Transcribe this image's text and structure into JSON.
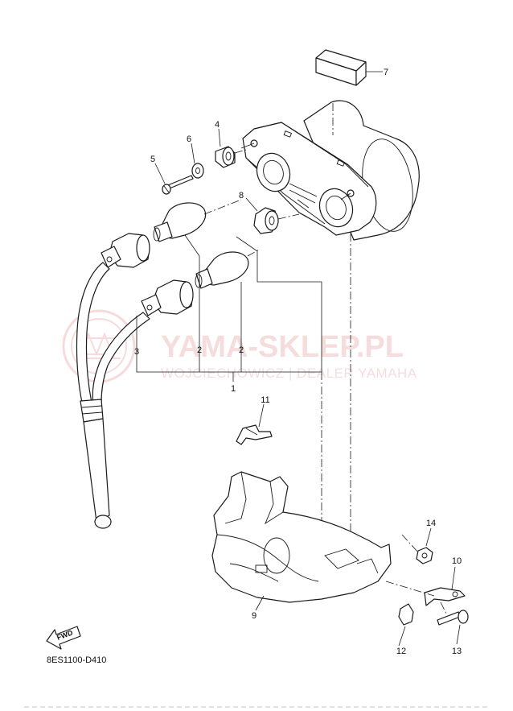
{
  "diagram": {
    "drawing_code": "8ES1100-D410",
    "fwd_label": "FWD",
    "watermark": {
      "title": "YAMA-SKLEP.PL",
      "subtitle": "WOJCIECHOWICZ | DEALER YAMAHA"
    },
    "callouts": [
      {
        "id": "c1",
        "label": "1"
      },
      {
        "id": "c2a",
        "label": "2"
      },
      {
        "id": "c2b",
        "label": "2"
      },
      {
        "id": "c3",
        "label": "3"
      },
      {
        "id": "c4",
        "label": "4"
      },
      {
        "id": "c5",
        "label": "5"
      },
      {
        "id": "c6",
        "label": "6"
      },
      {
        "id": "c7",
        "label": "7"
      },
      {
        "id": "c8",
        "label": "8"
      },
      {
        "id": "c9",
        "label": "9"
      },
      {
        "id": "c10",
        "label": "10"
      },
      {
        "id": "c11",
        "label": "11"
      },
      {
        "id": "c12",
        "label": "12"
      },
      {
        "id": "c13",
        "label": "13"
      },
      {
        "id": "c14",
        "label": "14"
      }
    ]
  }
}
